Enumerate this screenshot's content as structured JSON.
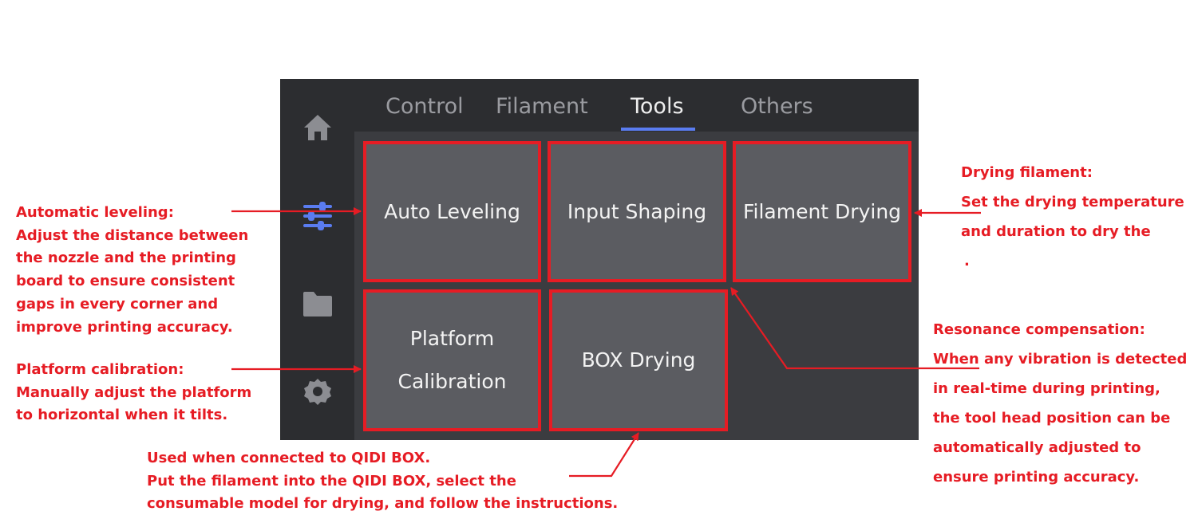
{
  "tabs": [
    {
      "label": "Control"
    },
    {
      "label": "Filament"
    },
    {
      "label": "Tools"
    },
    {
      "label": "Others"
    }
  ],
  "active_tab": "Tools",
  "sidebar": {
    "items": [
      {
        "icon": "home-icon"
      },
      {
        "icon": "sliders-icon",
        "active": true
      },
      {
        "icon": "folder-icon"
      },
      {
        "icon": "gear-icon"
      }
    ]
  },
  "tiles": {
    "auto_leveling": "Auto Leveling",
    "input_shaping": "Input Shaping",
    "filament_drying": "Filament Drying",
    "platform_calibration_line1": "Platform",
    "platform_calibration_line2": "Calibration",
    "box_drying": "BOX Drying"
  },
  "annotations": {
    "auto_leveling": [
      "Automatic leveling:",
      "Adjust the distance between",
      "the nozzle and the printing",
      "board to ensure consistent",
      "gaps in every corner and",
      "improve printing accuracy."
    ],
    "platform_calibration": [
      "Platform calibration:",
      "Manually adjust the platform",
      "to horizontal when it tilts."
    ],
    "box_drying": [
      "Used when connected to QIDI BOX.",
      "Put the filament into the QIDI BOX, select the",
      "consumable model for drying, and follow the instructions."
    ],
    "filament_drying": [
      "Drying filament:",
      "Set the drying temperature",
      "and duration to dry the",
      "."
    ],
    "input_shaping": [
      "Resonance compensation:",
      "When any vibration is detected",
      "in real-time during printing,",
      "the tool head position can be",
      "automatically adjusted to",
      "ensure printing accuracy."
    ]
  },
  "colors": {
    "annotation": "#e61c24",
    "accent": "#5a7cf0",
    "tile_bg": "#5b5c61",
    "screen_bg": "#3b3c40",
    "sidebar_bg": "#2c2d30"
  }
}
